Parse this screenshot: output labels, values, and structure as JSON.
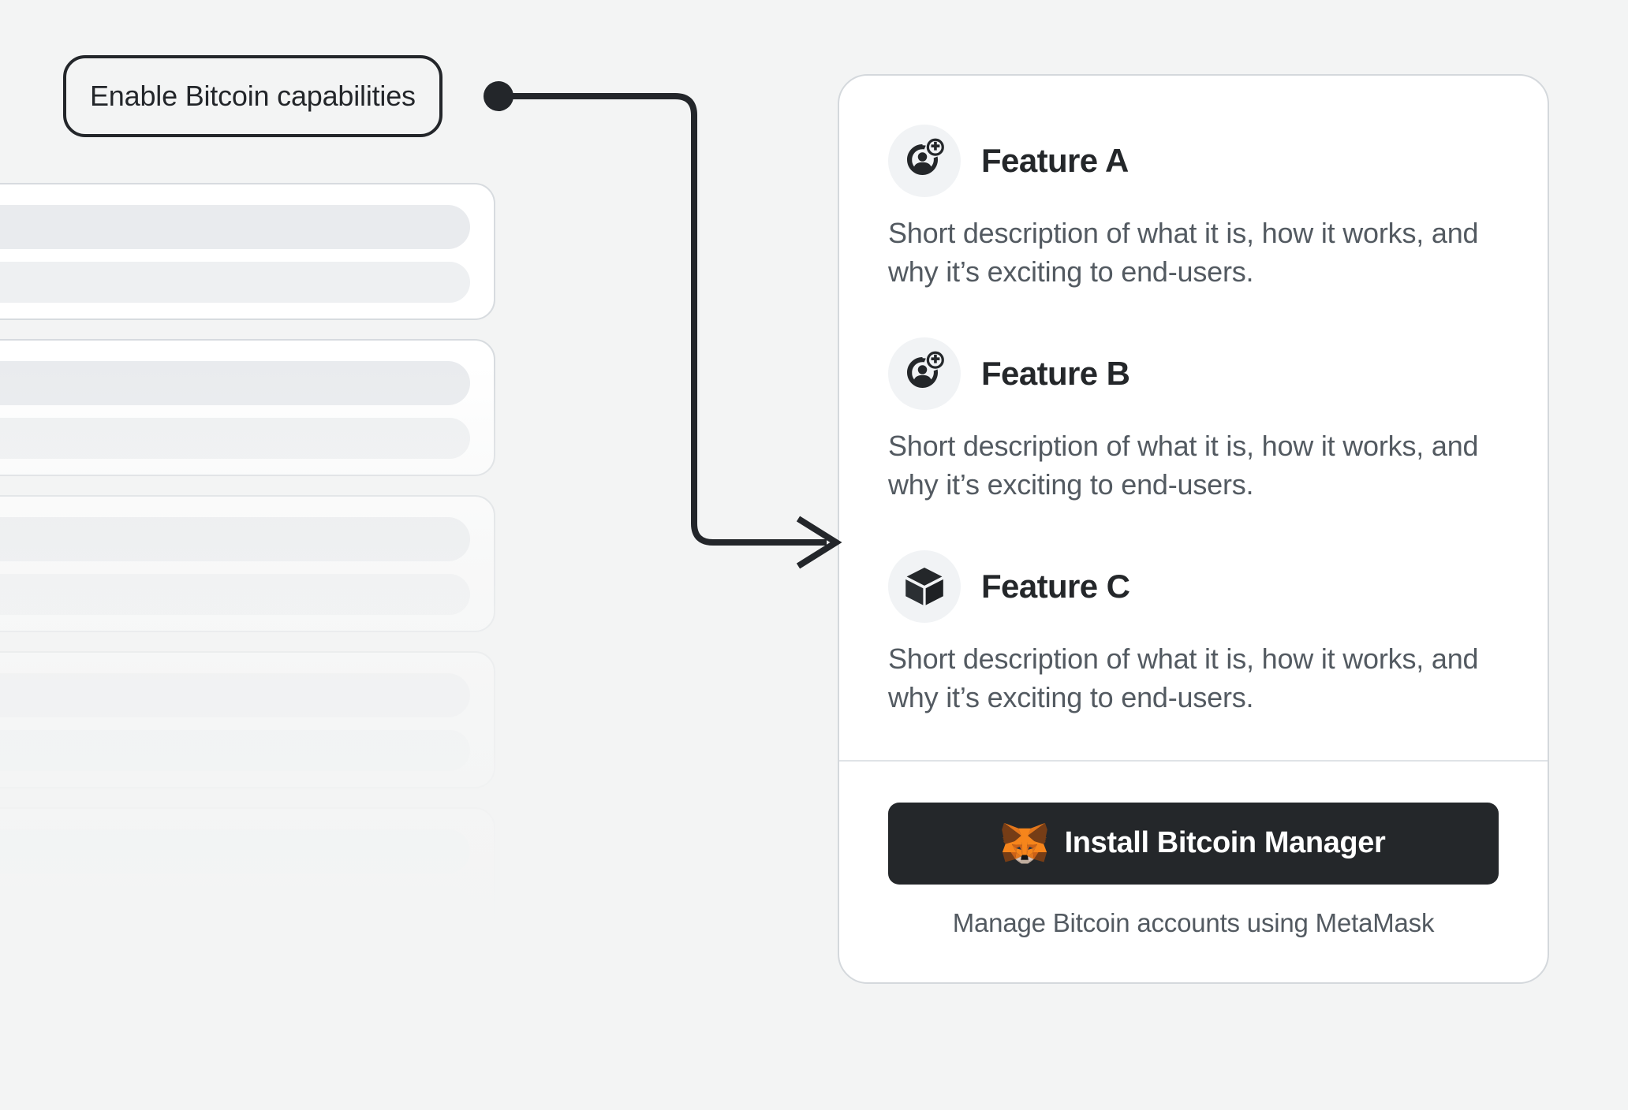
{
  "theme": {
    "background": "#f3f4f4",
    "card_background": "#ffffff",
    "card_border": "#d4d8dc",
    "title_color": "#24272a",
    "body_text_color": "#535a61",
    "button_background": "#24272a",
    "button_text_color": "#ffffff",
    "icon_badge_background": "#f1f3f5",
    "connector_color": "#23262a",
    "skeleton_bar_color": "#e9ebee",
    "metamask_orange": "#e2761b",
    "metamask_orange_light": "#f5841f",
    "metamask_brown": "#763d16",
    "metamask_cream": "#c0ad9e"
  },
  "annotation": {
    "label": "Enable Bitcoin capabilities",
    "connector_dot": "connector-dot",
    "arrow": "arrow-head"
  },
  "skeleton": {
    "card_count": 5,
    "bars_per_card": 2
  },
  "card": {
    "features": [
      {
        "icon": "add-account-icon",
        "title": "Feature A",
        "description": "Short description of what it is, how it works, and why it’s exciting to end-users."
      },
      {
        "icon": "add-account-icon",
        "title": "Feature B",
        "description": "Short description of what it is, how it works, and why it’s exciting to end-users."
      },
      {
        "icon": "cube-icon",
        "title": "Feature C",
        "description": "Short description of what it is, how it works, and why it’s exciting to end-users."
      }
    ],
    "cta": {
      "button_icon": "metamask-fox-icon",
      "button_label": "Install Bitcoin Manager",
      "caption": "Manage Bitcoin accounts using MetaMask"
    }
  }
}
